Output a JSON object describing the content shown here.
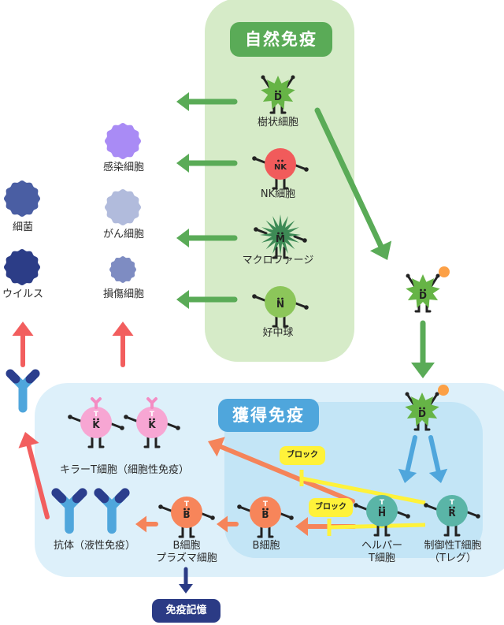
{
  "sections": {
    "innate": {
      "title": "自然免疫"
    },
    "acquired": {
      "title": "獲得免疫"
    }
  },
  "innate_cells": [
    {
      "id": "dendritic",
      "letter": "D",
      "label": "樹状細胞",
      "color": "#66b446",
      "shape": "star"
    },
    {
      "id": "nk",
      "letter": "NK",
      "label": "NK細胞",
      "color": "#f15b5b",
      "shape": "circle"
    },
    {
      "id": "macrophage",
      "letter": "M",
      "label": "マクロファージ",
      "color": "#3d8a55",
      "shape": "spiky"
    },
    {
      "id": "neutrophil",
      "letter": "N",
      "label": "好中球",
      "color": "#8cc65a",
      "shape": "circle"
    }
  ],
  "targets": [
    {
      "id": "infected",
      "label": "感染細胞",
      "color": "#a98bf5"
    },
    {
      "id": "cancer",
      "label": "がん細胞",
      "color": "#b1bbdc"
    },
    {
      "id": "damaged",
      "label": "損傷細胞",
      "color": "#7e8cc2"
    },
    {
      "id": "bacteria",
      "label": "細菌",
      "color": "#4a5ea3"
    },
    {
      "id": "virus",
      "label": "ウイルス",
      "color": "#2c3d87"
    }
  ],
  "antigen_presenting": {
    "letter": "D",
    "antigen_color": "#fca046"
  },
  "acquired_cells": {
    "killer_t": {
      "letters": [
        "T",
        "K"
      ],
      "label": "キラーT細胞（細胞性免疫）",
      "color": "#f7a6d3",
      "receptor_color": "#f48cc3"
    },
    "helper_t": {
      "letters": [
        "T",
        "H"
      ],
      "label_line1": "ヘルパー",
      "label_line2": "T細胞",
      "color": "#5ab5a7"
    },
    "regulatory_t": {
      "letters": [
        "T",
        "R"
      ],
      "label_line1": "制御性T細胞",
      "label_line2": "（Tレグ）",
      "color": "#5ab5a7"
    },
    "b_cell": {
      "letters": [
        "T",
        "B"
      ],
      "label": "B細胞",
      "color": "#f7855a"
    },
    "plasma_cell": {
      "letters": [
        "T",
        "B"
      ],
      "label_line1": "B細胞",
      "label_line2": "プラズマ細胞",
      "color": "#f7855a"
    },
    "antibody": {
      "label": "抗体（液性免疫）",
      "tip_color": "#2b3e8d",
      "stem_color": "#4fa6dc"
    }
  },
  "block_labels": [
    "ブロック",
    "ブロック"
  ],
  "immune_memory": {
    "label": "免疫記憶"
  },
  "colors": {
    "green_arrow": "#5aab57",
    "red_arrow": "#f25e5e",
    "orange_arrow": "#f5845a",
    "blue_arrow": "#4fa6dc",
    "navy_arrow": "#2b3b85",
    "block_line": "#fff23a"
  }
}
